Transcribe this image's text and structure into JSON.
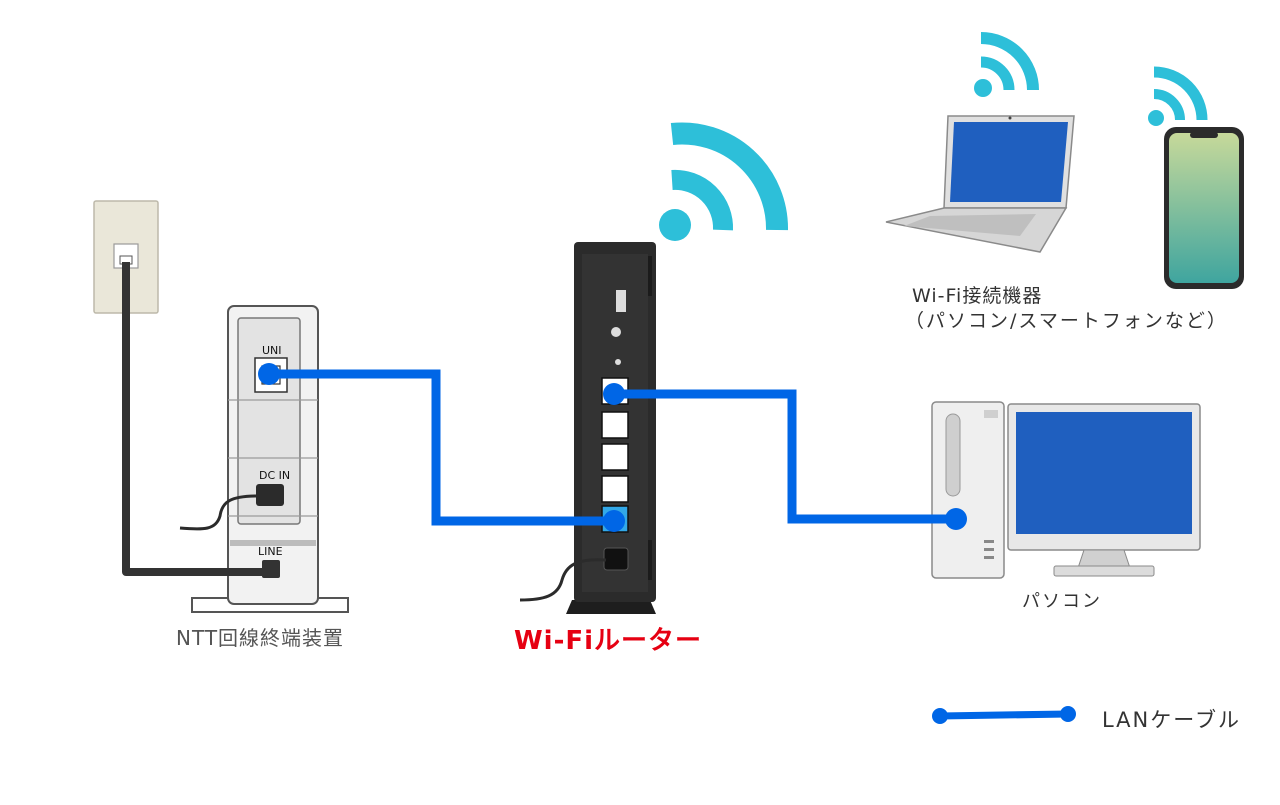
{
  "devices": {
    "ntt_onu": {
      "label": "NTT回線終端装置",
      "port_uni": "UNI",
      "port_dc": "DC IN",
      "port_line": "LINE"
    },
    "router": {
      "label": "Wi-Fiルーター"
    },
    "wifi_devices": {
      "label": "Wi-Fi接続機器",
      "sublabel": "（パソコン/スマートフォンなど）"
    },
    "pc": {
      "label": "パソコン"
    }
  },
  "legend": {
    "lan_cable": "LANケーブル"
  },
  "colors": {
    "lan_cable": "#0066e6",
    "wifi_signal": "#2dbfd9",
    "router_label": "#e60012",
    "phone_line": "#333333",
    "router_body": "#2b2b2b"
  }
}
